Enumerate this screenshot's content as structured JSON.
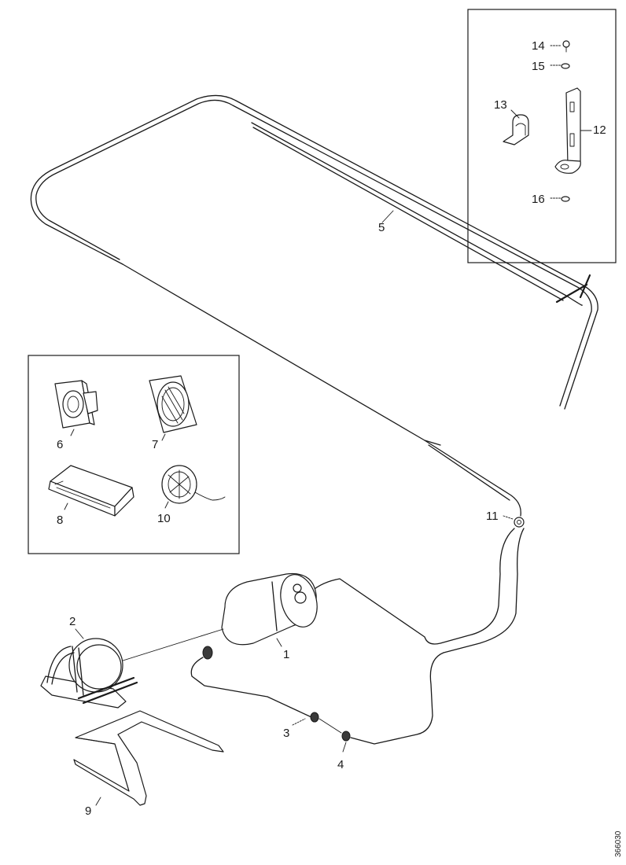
{
  "diagram": {
    "callouts": {
      "c1": "1",
      "c2": "2",
      "c3": "3",
      "c4": "4",
      "c5": "5",
      "c6": "6",
      "c7": "7",
      "c8": "8",
      "c9": "9",
      "c10": "10",
      "c11": "11",
      "c12": "12",
      "c13": "13",
      "c14": "14",
      "c15": "15",
      "c16": "16"
    },
    "reference_code": "366030"
  }
}
